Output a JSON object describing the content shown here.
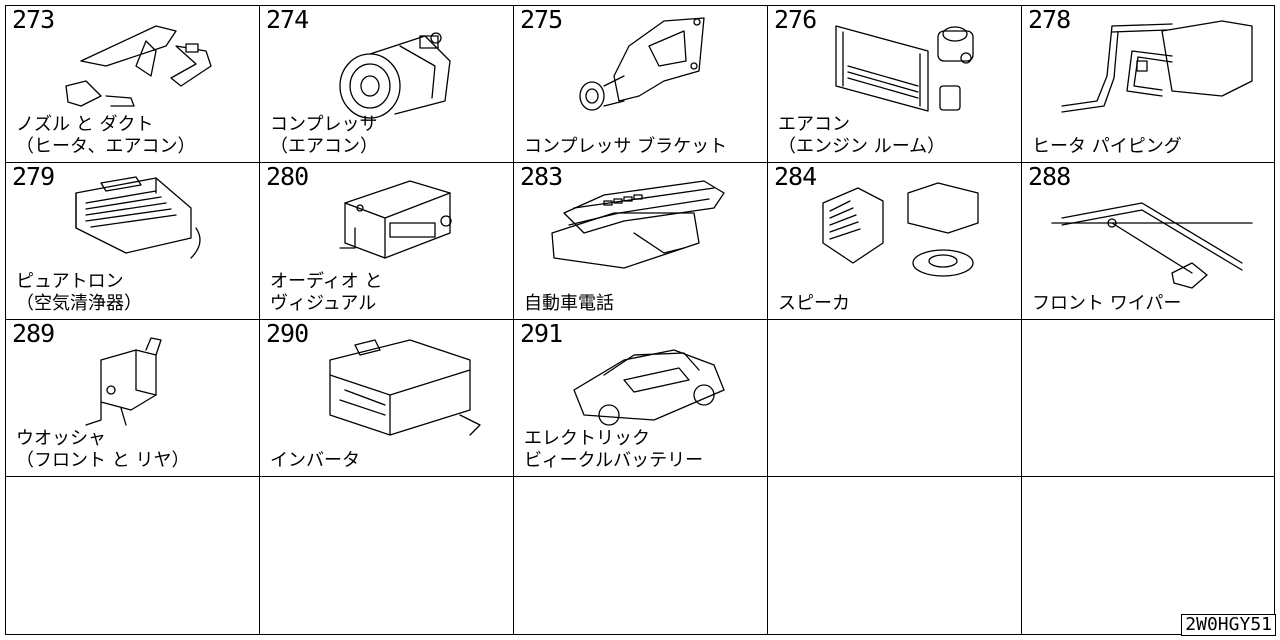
{
  "catalog": {
    "cells": [
      {
        "number": "273",
        "line1": "ノズル と ダクト",
        "line2": "（ヒータ、エアコン）",
        "icon": "nozzle-duct-icon"
      },
      {
        "number": "274",
        "line1": "コンプレッサ",
        "line2": "（エアコン）",
        "icon": "compressor-icon"
      },
      {
        "number": "275",
        "line1": "",
        "line2": "コンプレッサ ブラケット",
        "icon": "compressor-bracket-icon"
      },
      {
        "number": "276",
        "line1": "エアコン",
        "line2": "（エンジン ルーム）",
        "icon": "condenser-icon"
      },
      {
        "number": "278",
        "line1": "",
        "line2": "ヒータ パイピング",
        "icon": "heater-piping-icon"
      },
      {
        "number": "279",
        "line1": "ピュアトロン",
        "line2": "（空気清浄器）",
        "icon": "air-purifier-icon"
      },
      {
        "number": "280",
        "line1": "オーディオ と",
        "line2": "ヴィジュアル",
        "icon": "audio-unit-icon"
      },
      {
        "number": "283",
        "line1": "",
        "line2": "自動車電話",
        "icon": "car-phone-icon"
      },
      {
        "number": "284",
        "line1": "",
        "line2": "スピーカ",
        "icon": "speaker-icon"
      },
      {
        "number": "288",
        "line1": "",
        "line2": "フロント ワイパー",
        "icon": "wiper-icon"
      },
      {
        "number": "289",
        "line1": "ウオッシャ",
        "line2": "（フロント と リヤ）",
        "icon": "washer-tank-icon"
      },
      {
        "number": "290",
        "line1": "",
        "line2": "インバータ",
        "icon": "inverter-icon"
      },
      {
        "number": "291",
        "line1": "エレクトリック",
        "line2": "ビィークルバッテリー",
        "icon": "vehicle-battery-car-icon"
      }
    ],
    "code": "2W0HGY51"
  }
}
